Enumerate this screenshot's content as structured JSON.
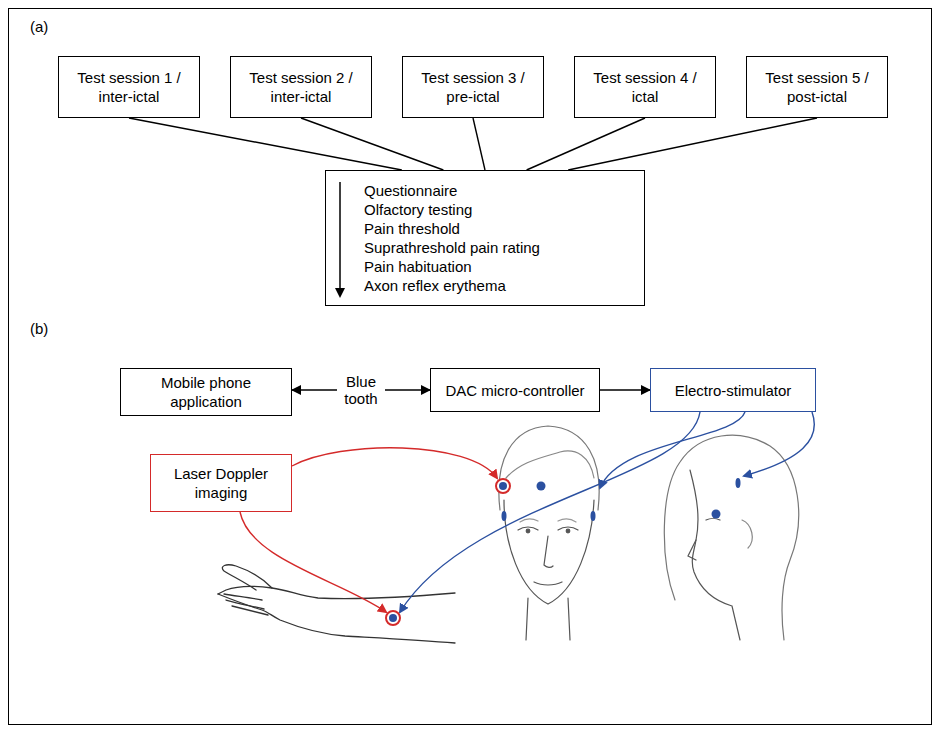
{
  "diagram": {
    "nodes": [
      {
        "text": [
          "Test session 1 / inter-ictal"
        ]
      },
      {
        "text": [
          "Test session 2 / inter-ictal"
        ]
      },
      {
        "text": [
          "Test session 3 / pre-ictal"
        ]
      },
      {
        "text": [
          "Test session 4 / ictal"
        ]
      },
      {
        "text": [
          "Test session 5 / post-ictal"
        ]
      },
      {
        "text": [
          "Questionnaire",
          "Olfactory testing",
          "Pain threshold",
          "Suprathreshold pain rating",
          "Pain habituation",
          "Axon reflex erythema"
        ]
      },
      {
        "text": [
          "Mobile phone application"
        ]
      },
      {
        "text": [
          "DAC micro-controller"
        ]
      },
      {
        "text": [
          "Electro-stimulator"
        ]
      },
      {
        "text": [
          "Laser Doppler imaging"
        ]
      }
    ],
    "edges": [
      {
        "from": 0,
        "to": 5,
        "arrow": "none"
      },
      {
        "from": 1,
        "to": 5,
        "arrow": "none"
      },
      {
        "from": 2,
        "to": 5,
        "arrow": "none"
      },
      {
        "from": 3,
        "to": 5,
        "arrow": "none"
      },
      {
        "from": 4,
        "to": 5,
        "arrow": "none"
      },
      {
        "from": 6,
        "to": 7,
        "label": "Blue tooth",
        "arrow": "both"
      },
      {
        "from": 7,
        "to": 8,
        "arrow": "to"
      }
    ],
    "labels": [
      "(a)",
      "(b)"
    ]
  }
}
